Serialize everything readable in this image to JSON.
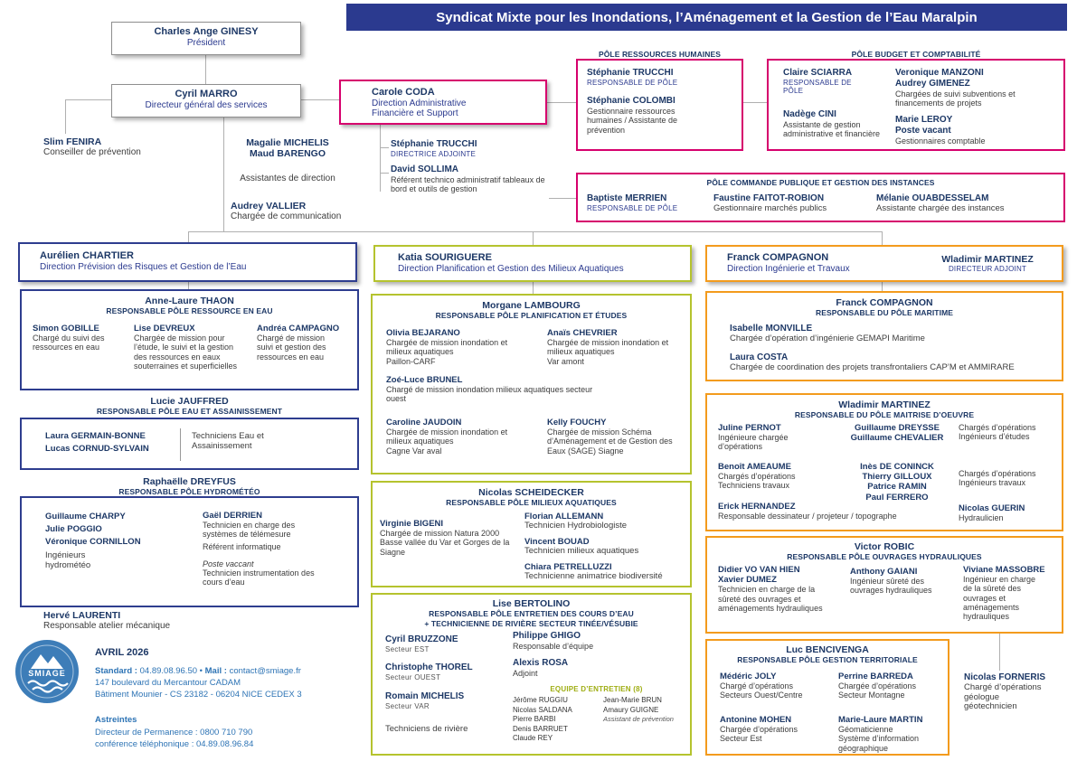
{
  "banner": {
    "title": "Syndicat Mixte pour les Inondations, l’Aménagement et la Gestion de l’Eau Maralpin"
  },
  "colors": {
    "navy": "#2b3a8f",
    "pink": "#d6006d",
    "olive": "#b5c32e",
    "orange": "#f39b1d"
  },
  "top": {
    "president": {
      "name": "Charles Ange GINESY",
      "role": "Président"
    },
    "dgs": {
      "name": "Cyril MARRO",
      "role": "Directeur général des services"
    },
    "fenira": {
      "name": "Slim FENIRA",
      "role": "Conseiller de prévention"
    },
    "coda": {
      "name": "Carole CODA",
      "role1": "Direction Administrative",
      "role2": "Financière et Support"
    },
    "assistantes": {
      "name1": "Magalie MICHELIS",
      "name2": "Maud BARENGO",
      "role": "Assistantes de direction"
    },
    "vallier": {
      "name": "Audrey VALLIER",
      "role": "Chargée de communication"
    },
    "trucchi": {
      "name": "Stéphanie TRUCCHI",
      "role": "DIRECTRICE ADJOINTE"
    },
    "sollima": {
      "name": "David SOLLIMA",
      "role": "Référent technico administratif tableaux de bord et outils de gestion"
    }
  },
  "rh": {
    "title": "PÔLE RESSOURCES HUMAINES",
    "trucchi": {
      "name": "Stéphanie TRUCCHI",
      "role": "RESPONSABLE DE PÔLE"
    },
    "colombi": {
      "name": "Stéphanie COLOMBI",
      "role": "Gestionnaire ressources humaines / Assistante de prévention"
    }
  },
  "budget": {
    "title": "PÔLE BUDGET ET COMPTABILITÉ",
    "sciarra": {
      "name": "Claire SCIARRA",
      "role": "RESPONSABLE DE PÔLE"
    },
    "manzoni": {
      "name1": "Veronique MANZONI",
      "name2": "Audrey GIMENEZ",
      "role": "Chargées de suivi subventions et financements de projets"
    },
    "cini": {
      "name": "Nadège CINI",
      "role": "Assistante de gestion administrative et financière"
    },
    "leroy": {
      "name1": "Marie LEROY",
      "name2": "Poste vacant",
      "role": "Gestionnaires comptable"
    }
  },
  "commande": {
    "title": "PÔLE COMMANDE PUBLIQUE ET GESTION DES INSTANCES",
    "merrien": {
      "name": "Baptiste MERRIEN",
      "role": "RESPONSABLE DE PÔLE"
    },
    "faitot": {
      "name": "Faustine FAITOT-ROBION",
      "role": "Gestionnaire marchés publics"
    },
    "ouabdesselam": {
      "name": "Mélanie OUABDESSELAM",
      "role": "Assistante chargée des instances"
    }
  },
  "directions": {
    "chartier": {
      "name": "Aurélien CHARTIER",
      "role": "Direction Prévision des Risques et Gestion de l’Eau"
    },
    "souriguere": {
      "name": "Katia SOURIGUERE",
      "role": "Direction Planification et Gestion des Milieux Aquatiques"
    },
    "compagnon": {
      "name": "Franck COMPAGNON",
      "role": "Direction Ingénierie et Travaux"
    },
    "martinez_adj": {
      "name": "Wladimir MARTINEZ",
      "role": "DIRECTEUR  ADJOINT"
    }
  },
  "left": {
    "thaon": {
      "name": "Anne-Laure THAON",
      "role": "RESPONSABLE PÔLE RESSOURCE EN EAU",
      "gobille": {
        "name": "Simon GOBILLE",
        "role": "Chargé du suivi des ressources en eau"
      },
      "devreux": {
        "name": "Lise DEVREUX",
        "role": "Chargée de mission pour l’étude, le suivi et la gestion des ressources en eaux souterraines et superficielles"
      },
      "campagno": {
        "name": "Andréa CAMPAGNO",
        "role": "Chargé de mission suivi et gestion des ressources en eau"
      }
    },
    "jauffred": {
      "name": "Lucie JAUFFRED",
      "role": "RESPONSABLE PÔLE EAU ET ASSAINISSEMENT",
      "name1": "Laura GERMAIN-BONNE",
      "name2": "Lucas CORNUD-SYLVAIN",
      "techs": "Techniciens Eau et Assainissement"
    },
    "dreyfus": {
      "name": "Raphaëlle DREYFUS",
      "role": "RESPONSABLE PÔLE HYDROMÉTÉO",
      "charpy": "Guillaume CHARPY",
      "poggio": "Julie POGGIO",
      "cornillon": "Véronique CORNILLON",
      "ing": "Ingénieurs hydrométéo",
      "derrien": {
        "name": "Gaël DERRIEN",
        "role1": "Technicien en charge des systèmes de télémesure",
        "role2": "Référent informatique"
      },
      "vacant": {
        "name": "Poste vaccant",
        "role": "Technicien instrumentation des cours d’eau"
      }
    },
    "laurenti": {
      "name": "Hervé LAURENTI",
      "role": "Responsable atelier mécanique"
    }
  },
  "middle": {
    "lambourg": {
      "name": "Morgane LAMBOURG",
      "role": "RESPONSABLE PÔLE PLANIFICATION ET ÉTUDES",
      "bejarano": {
        "name": "Olivia BEJARANO",
        "role": "Chargée de mission inondation et milieux aquatiques",
        "zone": "Paillon-CARF"
      },
      "chevrier": {
        "name": "Anaïs CHEVRIER",
        "role": "Chargée de mission inondation et milieux aquatiques",
        "zone": "Var amont"
      },
      "brunel": {
        "name": "Zoé-Luce BRUNEL",
        "role": "Chargé de mission inondation milieux aquatiques secteur ouest"
      },
      "jaudoin": {
        "name": "Caroline JAUDOIN",
        "role": "Chargée de mission inondation et milieux aquatiques",
        "zone": "Cagne Var aval"
      },
      "fouchy": {
        "name": "Kelly FOUCHY",
        "role": "Chargée de mission Schéma d’Aménagement et de Gestion des Eaux (SAGE) Siagne"
      }
    },
    "scheidecker": {
      "name": "Nicolas SCHEIDECKER",
      "role": "RESPONSABLE PÔLE MILIEUX AQUATIQUES",
      "bigeni": {
        "name": "Virginie BIGENI",
        "role": "Chargée de mission Natura 2000 Basse vallée du Var et Gorges de la Siagne"
      },
      "allemann": {
        "name": "Florian ALLEMANN",
        "role": "Technicien Hydrobiologiste"
      },
      "bouad": {
        "name": "Vincent BOUAD",
        "role": "Technicien milieux aquatiques"
      },
      "petrelluzzi": {
        "name": "Chiara PETRELLUZZI",
        "role": "Technicienne animatrice biodiversité"
      }
    },
    "bertolino": {
      "name": "Lise BERTOLINO",
      "role1": "RESPONSABLE PÔLE ENTRETIEN DES COURS D’EAU",
      "role2": "+ TECHNICIENNE DE RIVIÈRE SECTEUR TINÉE/VÉSUBIE",
      "bruzzone": {
        "name": "Cyril BRUZZONE",
        "role": "Secteur EST"
      },
      "thorel": {
        "name": "Christophe THOREL",
        "role": "Secteur OUEST"
      },
      "michelis": {
        "name": "Romain MICHELIS",
        "role": "Secteur VAR"
      },
      "techniciens": "Techniciens de rivière",
      "ghigo": {
        "name": "Philippe GHIGO",
        "role": "Responsable d’équipe"
      },
      "rosa": {
        "name": "Alexis ROSA",
        "role": "Adjoint"
      },
      "equipe_title": "EQUIPE D’ENTRETIEN (8)",
      "equipe1": [
        "Jérôme RUGGIU",
        "Nicolas SALDANA",
        "Pierre BARBI",
        "Denis BARRUET",
        "Claude REY"
      ],
      "equipe2": [
        "Jean-Marie BRUN",
        "Amaury GUIGNE"
      ],
      "equipe_note": "Assistant de prévention"
    }
  },
  "right": {
    "maritime": {
      "name": "Franck COMPAGNON",
      "role": "RESPONSABLE DU PÔLE MARITIME",
      "monville": {
        "name": "Isabelle MONVILLE",
        "role": "Chargée d’opération d’ingénierie GEMAPI Maritime"
      },
      "costa": {
        "name": "Laura COSTA",
        "role": "Chargée de coordination des projets transfrontaliers CAP’M et AMMIRARE"
      }
    },
    "moe": {
      "name": "Wladimir MARTINEZ",
      "role": "RESPONSABLE DU PÔLE MAITRISE D’OEUVRE",
      "pernot": {
        "name": "Juline PERNOT",
        "role": "Ingénieure chargée d’opérations"
      },
      "dreysse": "Guillaume DREYSSE",
      "chevalier": "Guillaume CHEVALIER",
      "d_role1": "Chargés d’opérations",
      "d_role2": "Ingénieurs d’études",
      "ameaume": {
        "name": "Benoît AMEAUME",
        "role1": "Chargés d’opérations",
        "role2": "Techniciens travaux"
      },
      "coninck": "Inès DE CONINCK",
      "gilloux": "Thierry GILLOUX",
      "ramin": "Patrice RAMIN",
      "ferrero": "Paul FERRERO",
      "c_role1": "Chargés d’opérations",
      "c_role2": "Ingénieurs travaux",
      "hernandez": {
        "name": "Erick HERNANDEZ",
        "role": "Responsable dessinateur / projeteur / topographe"
      },
      "guerin": {
        "name": "Nicolas GUERIN",
        "role": "Hydraulicien"
      }
    },
    "ouvrages": {
      "name": "Victor ROBIC",
      "role": "RESPONSABLE PÔLE OUVRAGES HYDRAULIQUES",
      "vovanhien": "Didier VO VAN HIEN",
      "dumez": "Xavier DUMEZ",
      "dumez_role": "Technicien en charge de la sûreté des ouvrages et aménagements hydrauliques",
      "gaiani": {
        "name": "Anthony GAIANI",
        "role": "Ingénieur sûreté des ouvrages hydrauliques"
      },
      "massobre": {
        "name": "Viviane MASSOBRE",
        "role": "Ingénieur en charge de la sûreté des ouvrages et aménagements hydrauliques"
      }
    },
    "territoriale": {
      "name": "Luc BENCIVENGA",
      "role": "RESPONSABLE PÔLE GESTION TERRITORIALE",
      "joly": {
        "name": "Médéric JOLY",
        "role1": "Chargé d’opérations",
        "role2": "Secteurs Ouest/Centre"
      },
      "barreda": {
        "name": "Perrine BARREDA",
        "role1": "Chargée d’opérations",
        "role2": "Secteur Montagne"
      },
      "mohen": {
        "name": "Antonine MOHEN",
        "role1": "Chargée d’opérations",
        "role2": "Secteur Est"
      },
      "martin": {
        "name": "Marie-Laure MARTIN",
        "role1": "Géomaticienne",
        "role2": "Système d’information géographique"
      }
    },
    "forneris": {
      "name": "Nicolas FORNERIS",
      "role": "Chargé d’opérations géologue géotechnicien"
    }
  },
  "footer": {
    "date": "AVRIL 2026",
    "standard_label": "Standard :",
    "standard_value": "04.89.08.96.50",
    "dot": "•",
    "mail_label": "Mail :",
    "mail_value": "contact@smiage.fr",
    "addr1": "147 boulevard du Mercantour CADAM",
    "addr2": "Bâtiment Mounier - CS 23182 - 06204 NICE CEDEX 3",
    "astreintes": "Astreintes",
    "permanence": "Directeur de Permanence : 0800 710 790",
    "conference": "conférence téléphonique : 04.89.08.96.84",
    "logo_text": "SMIAGE"
  }
}
